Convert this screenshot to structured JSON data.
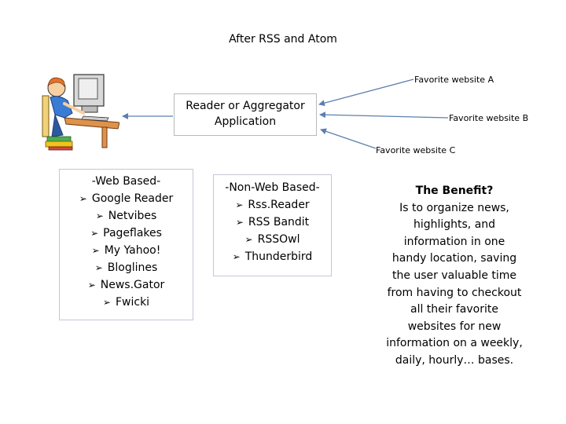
{
  "title": "After RSS and Atom",
  "favorites": [
    "Favorite website A",
    "Favorite website B",
    "Favorite website C"
  ],
  "reader": [
    "Reader or Aggregator",
    "Application"
  ],
  "web_based": {
    "header": "-Web Based-",
    "items": [
      "Google Reader",
      "Netvibes",
      "Pageflakes",
      "My Yahoo!",
      "Bloglines",
      "News.Gator",
      "Fwicki"
    ]
  },
  "non_web_based": {
    "header": "-Non-Web Based-",
    "items": [
      "Rss.Reader",
      "RSS Bandit",
      "RSSOwl",
      "Thunderbird"
    ]
  },
  "benefit": {
    "heading": "The Benefit?",
    "lines": [
      "Is to organize news,",
      "highlights, and",
      "information in one",
      "handy location, saving",
      "the user valuable time",
      "from having to checkout",
      "all their favorite",
      "websites for new",
      "information on a weekly,",
      "daily, hourly… bases."
    ]
  },
  "bullet_glyph": "➢",
  "colors": {
    "arrow": "#5b7fb0",
    "box_border": "#c9c4d8"
  }
}
